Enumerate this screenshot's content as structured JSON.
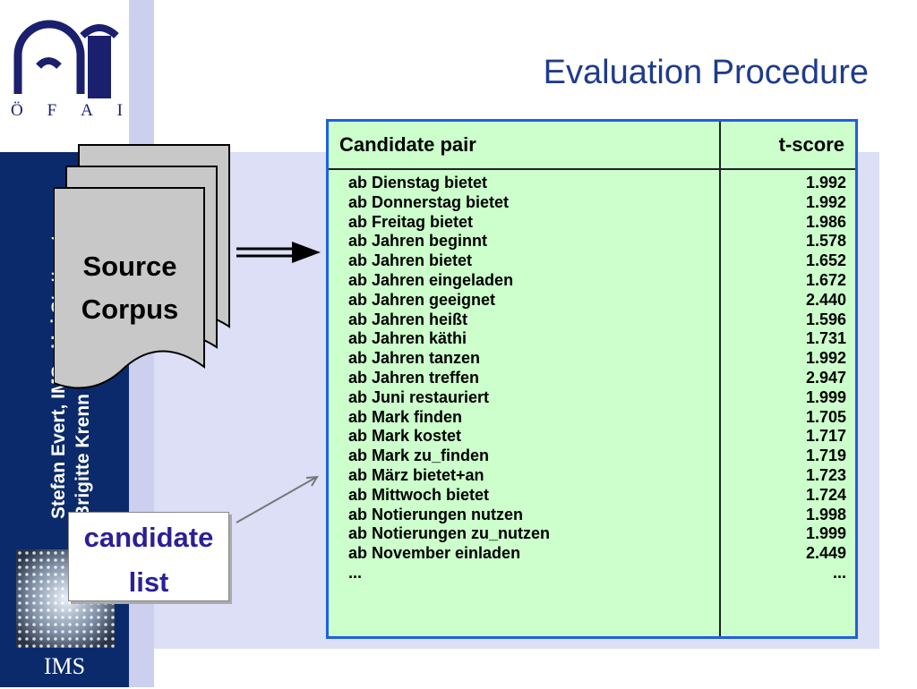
{
  "title": "Evaluation Procedure",
  "logo": {
    "letters": [
      "Ö",
      "F",
      "A",
      "I"
    ]
  },
  "sidebar": {
    "author_line1": "Stefan Evert, IMS - Uni Stuttgart",
    "author_line2": "Brigitte Krenn",
    "footer": "IMS"
  },
  "diagram": {
    "source_label_line1": "Source",
    "source_label_line2": "Corpus",
    "candidate_label_line1": "candidate",
    "candidate_label_line2": "list"
  },
  "table": {
    "headers": [
      "Candidate pair",
      "t-score"
    ],
    "rows": [
      {
        "pair": "ab Dienstag bietet",
        "score": "1.992"
      },
      {
        "pair": "ab Donnerstag bietet",
        "score": "1.992"
      },
      {
        "pair": "ab Freitag bietet",
        "score": "1.986"
      },
      {
        "pair": "ab Jahren beginnt",
        "score": "1.578"
      },
      {
        "pair": "ab Jahren bietet",
        "score": "1.652"
      },
      {
        "pair": "ab Jahren eingeladen",
        "score": "1.672"
      },
      {
        "pair": "ab Jahren geeignet",
        "score": "2.440"
      },
      {
        "pair": "ab Jahren heißt",
        "score": "1.596"
      },
      {
        "pair": "ab Jahren käthi",
        "score": "1.731"
      },
      {
        "pair": "ab Jahren tanzen",
        "score": "1.992"
      },
      {
        "pair": "ab Jahren treffen",
        "score": "2.947"
      },
      {
        "pair": "ab Juni restauriert",
        "score": "1.999"
      },
      {
        "pair": "ab Mark finden",
        "score": "1.705"
      },
      {
        "pair": "ab Mark kostet",
        "score": "1.717"
      },
      {
        "pair": "ab Mark zu_finden",
        "score": "1.719"
      },
      {
        "pair": "ab März bietet+an",
        "score": "1.723"
      },
      {
        "pair": "ab Mittwoch bietet",
        "score": "1.724"
      },
      {
        "pair": "ab Notierungen nutzen",
        "score": "1.998"
      },
      {
        "pair": "ab Notierungen zu_nutzen",
        "score": "1.999"
      },
      {
        "pair": "ab November einladen",
        "score": "2.449"
      },
      {
        "pair": "...",
        "score": "..."
      }
    ]
  },
  "colors": {
    "title": "#1f3c8c",
    "sidebar": "#0a2a6b",
    "table_bg": "#ccffcc",
    "table_border": "#1f5fe0",
    "candidate_text": "#2b1f99"
  }
}
